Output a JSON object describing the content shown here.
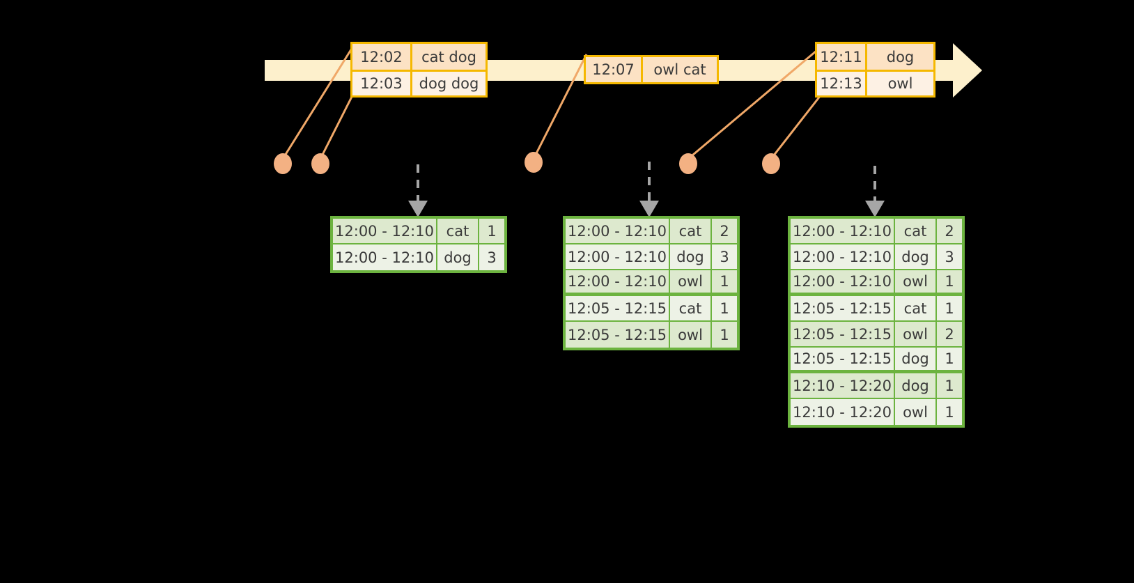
{
  "timeline": {
    "name": "event-stream-timeline",
    "direction": "left-to-right",
    "color": "#FDF0CC",
    "events": [
      {
        "time": "12:02",
        "words": "cat dog"
      },
      {
        "time": "12:03",
        "words": "dog dog"
      },
      {
        "time": "12:07",
        "words": "owl cat"
      },
      {
        "time": "12:11",
        "words": "dog"
      },
      {
        "time": "12:13",
        "words": "owl"
      }
    ]
  },
  "accent": {
    "timeline_fill": "#FDF0CC",
    "event_border": "#F5B800",
    "event_fill_a": "#FCE2C4",
    "event_fill_b": "#FDF1E4",
    "dot_fill": "#F3B183",
    "connector": "#F0A868",
    "table_border": "#6CB33F",
    "table_fill_a": "#DDE9CE",
    "table_fill_b": "#EDF2E6",
    "arrow": "#A6A6A6"
  },
  "markers": [
    {
      "name": "event-dot-1"
    },
    {
      "name": "event-dot-2"
    },
    {
      "name": "event-dot-3"
    },
    {
      "name": "event-dot-4"
    },
    {
      "name": "event-dot-5"
    }
  ],
  "tables": [
    {
      "name": "window-results-table-1",
      "columns": [
        "window",
        "word",
        "count"
      ],
      "rows": [
        {
          "window": "12:00 - 12:10",
          "word": "cat",
          "count": "1",
          "group": 0
        },
        {
          "window": "12:00 - 12:10",
          "word": "dog",
          "count": "3",
          "group": 0
        }
      ]
    },
    {
      "name": "window-results-table-2",
      "columns": [
        "window",
        "word",
        "count"
      ],
      "rows": [
        {
          "window": "12:00 - 12:10",
          "word": "cat",
          "count": "2",
          "group": 0
        },
        {
          "window": "12:00 - 12:10",
          "word": "dog",
          "count": "3",
          "group": 0
        },
        {
          "window": "12:00 - 12:10",
          "word": "owl",
          "count": "1",
          "group": 0
        },
        {
          "window": "12:05 - 12:15",
          "word": "cat",
          "count": "1",
          "group": 1
        },
        {
          "window": "12:05 - 12:15",
          "word": "owl",
          "count": "1",
          "group": 1
        }
      ]
    },
    {
      "name": "window-results-table-3",
      "columns": [
        "window",
        "word",
        "count"
      ],
      "rows": [
        {
          "window": "12:00 - 12:10",
          "word": "cat",
          "count": "2",
          "group": 0
        },
        {
          "window": "12:00 - 12:10",
          "word": "dog",
          "count": "3",
          "group": 0
        },
        {
          "window": "12:00 - 12:10",
          "word": "owl",
          "count": "1",
          "group": 0
        },
        {
          "window": "12:05 - 12:15",
          "word": "cat",
          "count": "1",
          "group": 1
        },
        {
          "window": "12:05 - 12:15",
          "word": "owl",
          "count": "2",
          "group": 1
        },
        {
          "window": "12:05 - 12:15",
          "word": "dog",
          "count": "1",
          "group": 1
        },
        {
          "window": "12:10 - 12:20",
          "word": "dog",
          "count": "1",
          "group": 2
        },
        {
          "window": "12:10 - 12:20",
          "word": "owl",
          "count": "1",
          "group": 2
        }
      ]
    }
  ]
}
